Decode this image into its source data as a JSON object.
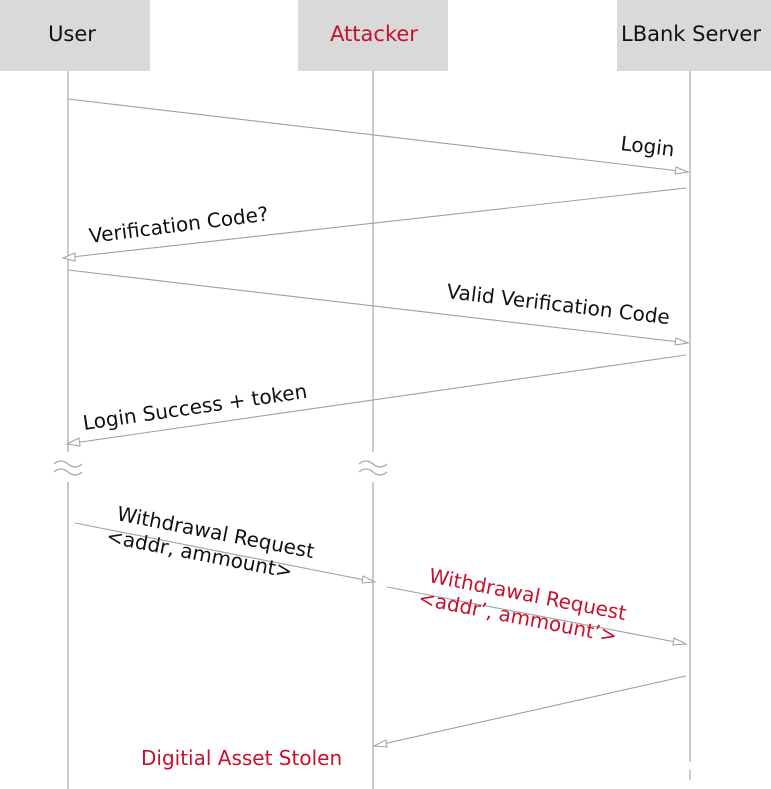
{
  "colors": {
    "normal": "#111111",
    "attack": "#c8102e"
  },
  "actors": [
    {
      "label": "User",
      "role": "normal"
    },
    {
      "label": "Attacker",
      "role": "attack"
    },
    {
      "label": "LBank Server",
      "role": "normal"
    }
  ],
  "messages": [
    {
      "lines": [
        "Login"
      ],
      "role": "normal"
    },
    {
      "lines": [
        "Verification Code?"
      ],
      "role": "normal"
    },
    {
      "lines": [
        "Valid Verification Code"
      ],
      "role": "normal"
    },
    {
      "lines": [
        "Login Success + token"
      ],
      "role": "normal"
    },
    {
      "lines": [
        "Withdrawal Request",
        "<addr, ammount>"
      ],
      "role": "normal"
    },
    {
      "lines": [
        "Withdrawal Request",
        "<addr’, ammount’>"
      ],
      "role": "attack"
    },
    {
      "lines": [
        "Digitial Asset Stolen"
      ],
      "role": "attack"
    }
  ]
}
